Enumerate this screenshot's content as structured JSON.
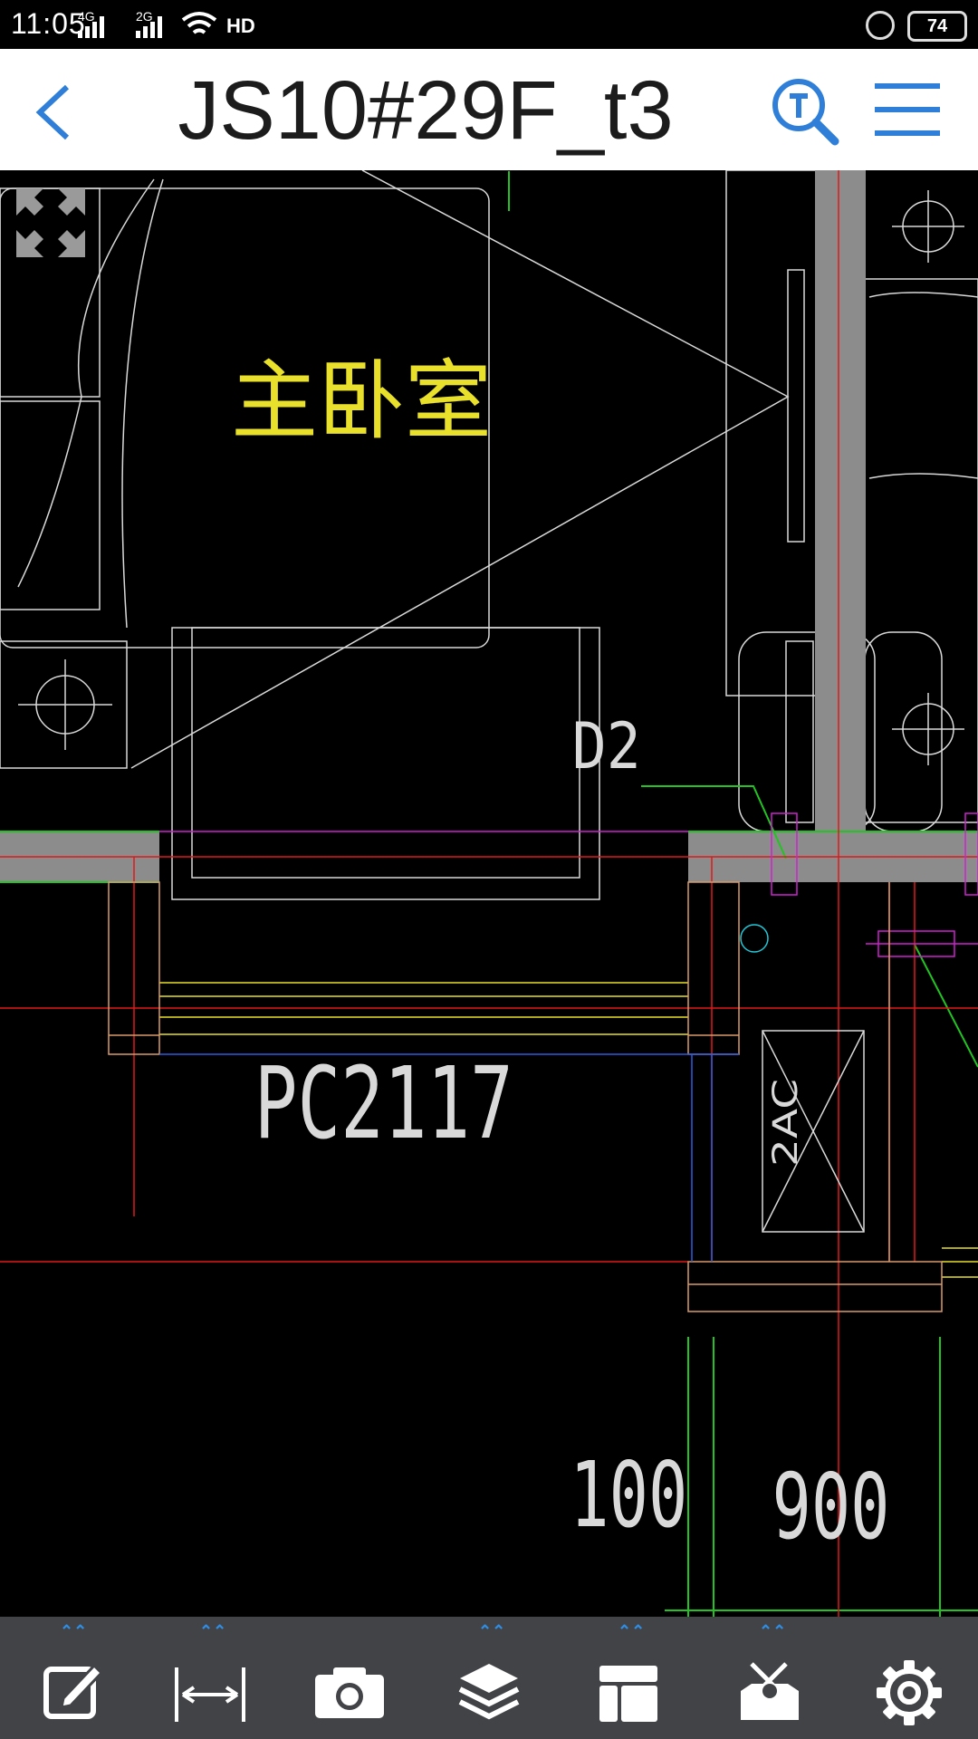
{
  "status_bar": {
    "time": "11:05",
    "network_1": "4G",
    "network_2": "2G",
    "hd": "HD",
    "battery": "74"
  },
  "header": {
    "title": "JS10#29F_t3"
  },
  "drawing": {
    "room_label": "主卧室",
    "door_label": "D2",
    "window_label": "PC2117",
    "equipment_label": "2AC",
    "dim_1": "100",
    "dim_2": "900"
  },
  "colors": {
    "accent": "#2f7fd9",
    "toolbar_bg": "#424347",
    "cad_white": "#d9d9d9",
    "cad_yellow": "#e8e02a",
    "cad_red": "#e01818",
    "cad_green": "#22c422",
    "cad_magenta": "#d020d0",
    "cad_blue": "#2a5ae0",
    "cad_cyan": "#22c8d8",
    "wall_gray": "#8c8c8c"
  },
  "toolbar": {
    "items": [
      {
        "icon": "edit-icon"
      },
      {
        "icon": "measure-icon"
      },
      {
        "icon": "camera-icon"
      },
      {
        "icon": "layers-icon"
      },
      {
        "icon": "layout-icon"
      },
      {
        "icon": "toolbox-icon"
      },
      {
        "icon": "gear-icon"
      }
    ]
  }
}
